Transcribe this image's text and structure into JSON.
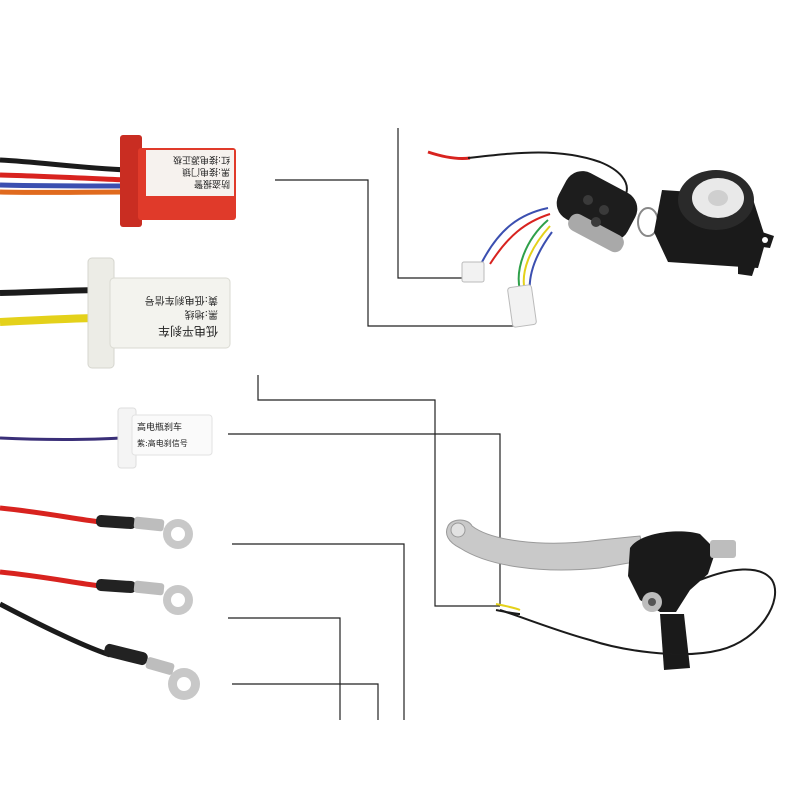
{
  "labels": {
    "alarm_connector_line1": "防盗报警",
    "alarm_connector_line2": "黑:接电门锁",
    "alarm_connector_line3": "红:接电源正极",
    "brake_connector_line1": "低电平刹车",
    "brake_connector_line2": "黑:地线",
    "brake_connector_line3": "黄:低电刹车信号",
    "high_brake_line1": "高电瓶刹车",
    "high_brake_line2": "紫:高电刹信号"
  },
  "colors": {
    "wire_red": "#d8231f",
    "wire_black": "#1b1b1b",
    "wire_yellow": "#e4d11a",
    "wire_blue": "#3b4fb0",
    "wire_purple": "#3a2f78",
    "wire_orange": "#e06a1e",
    "connector_red": "#e03a2a",
    "connector_clear": "#f3f3ee",
    "guide_line": "#222222",
    "lever_silver": "#c9c9c9",
    "plastic_black": "#1a1a1a"
  }
}
